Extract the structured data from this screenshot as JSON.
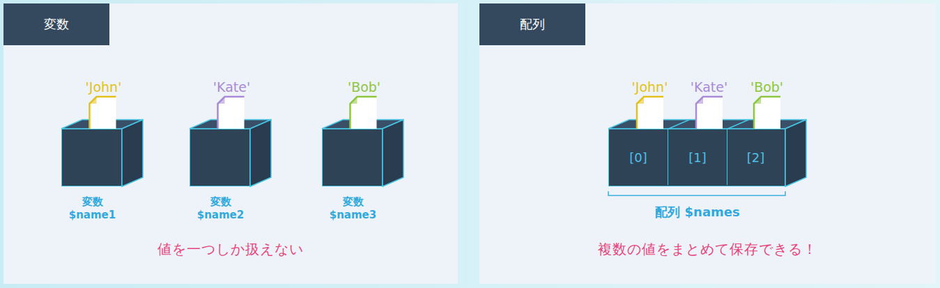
{
  "diagram": {
    "nodes": [
      {
        "text": [
          "値を一つしか扱えない"
        ]
      },
      {
        "text": [
          "変数"
        ],
        "in": 0
      },
      {
        "text": [
          "'John'",
          "変数 $name1"
        ],
        "in": 0
      },
      {
        "text": [
          "'Kate'",
          "変数 $name2"
        ],
        "in": 0
      },
      {
        "text": [
          "'Bob'",
          "変数 $name3"
        ],
        "in": 0
      },
      {
        "text": [
          "複数の値をまとめて保存できる！"
        ]
      },
      {
        "text": [
          "配列"
        ],
        "in": 5
      },
      {
        "text": [
          "配列 $names"
        ],
        "in": 5
      },
      {
        "text": [
          "'John'",
          "[0]"
        ],
        "in": 7
      },
      {
        "text": [
          "'Kate'",
          "[1]"
        ],
        "in": 7
      },
      {
        "text": [
          "'Bob'",
          "[2]"
        ],
        "in": 7
      }
    ]
  }
}
